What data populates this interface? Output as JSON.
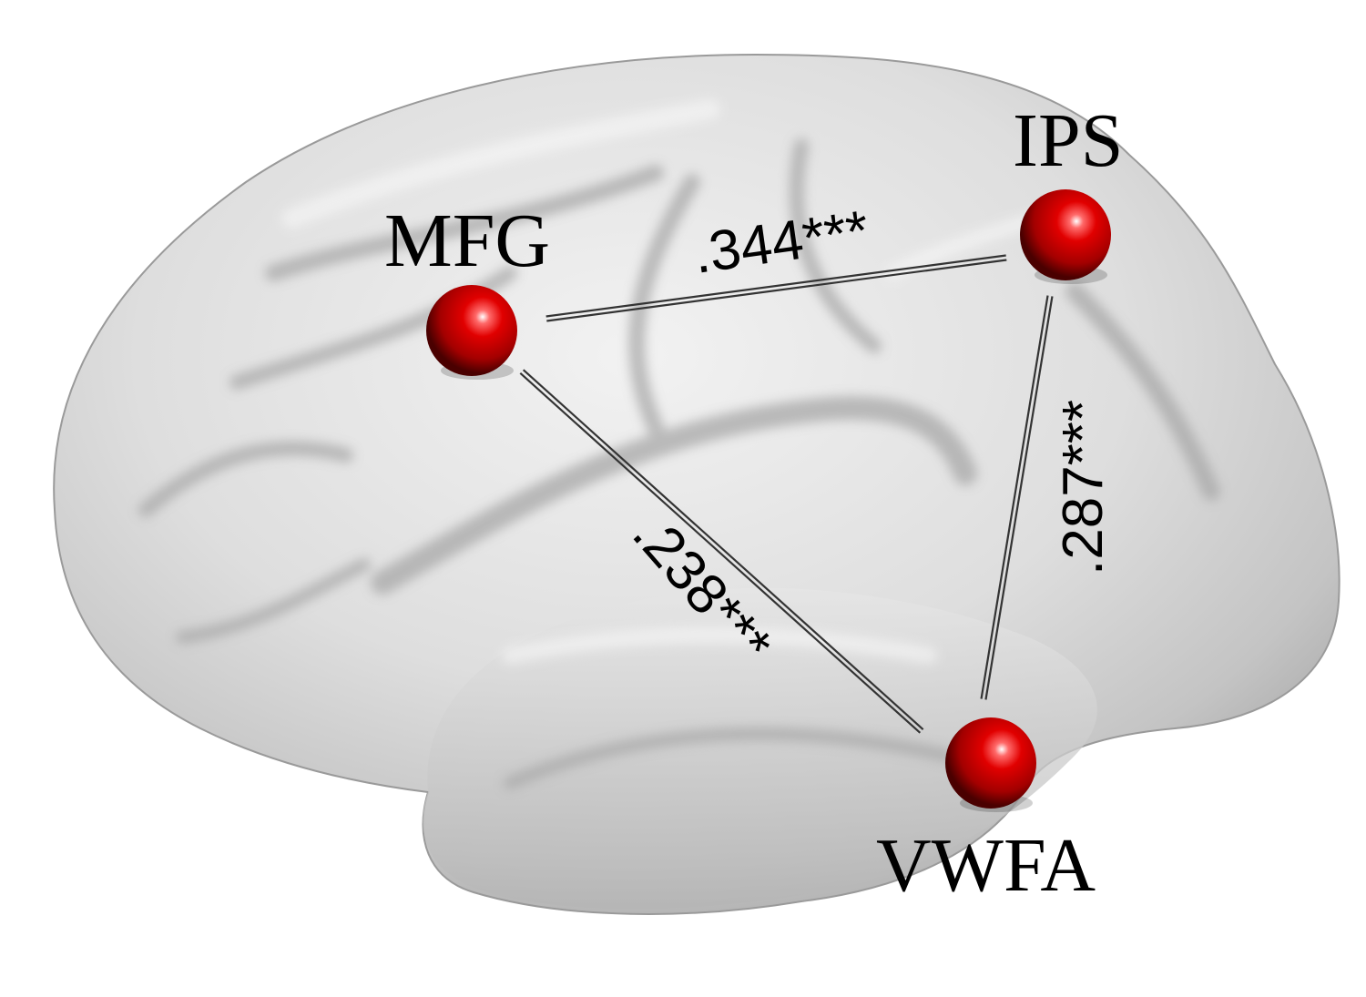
{
  "diagram": {
    "background": "#ffffff",
    "surface_color": "#d9d9d9",
    "node_color": "#cc0000",
    "nodes": [
      {
        "id": "mfg",
        "label": "MFG"
      },
      {
        "id": "ips",
        "label": "IPS"
      },
      {
        "id": "vwfa",
        "label": "VWFA"
      }
    ],
    "edges": [
      {
        "id": "mfg-ips",
        "from": "MFG",
        "to": "IPS",
        "label": ".344***"
      },
      {
        "id": "ips-vwfa",
        "from": "IPS",
        "to": "VWFA",
        "label": ".287***"
      },
      {
        "id": "mfg-vwfa",
        "from": "MFG",
        "to": "VWFA",
        "label": ".238***"
      }
    ]
  }
}
